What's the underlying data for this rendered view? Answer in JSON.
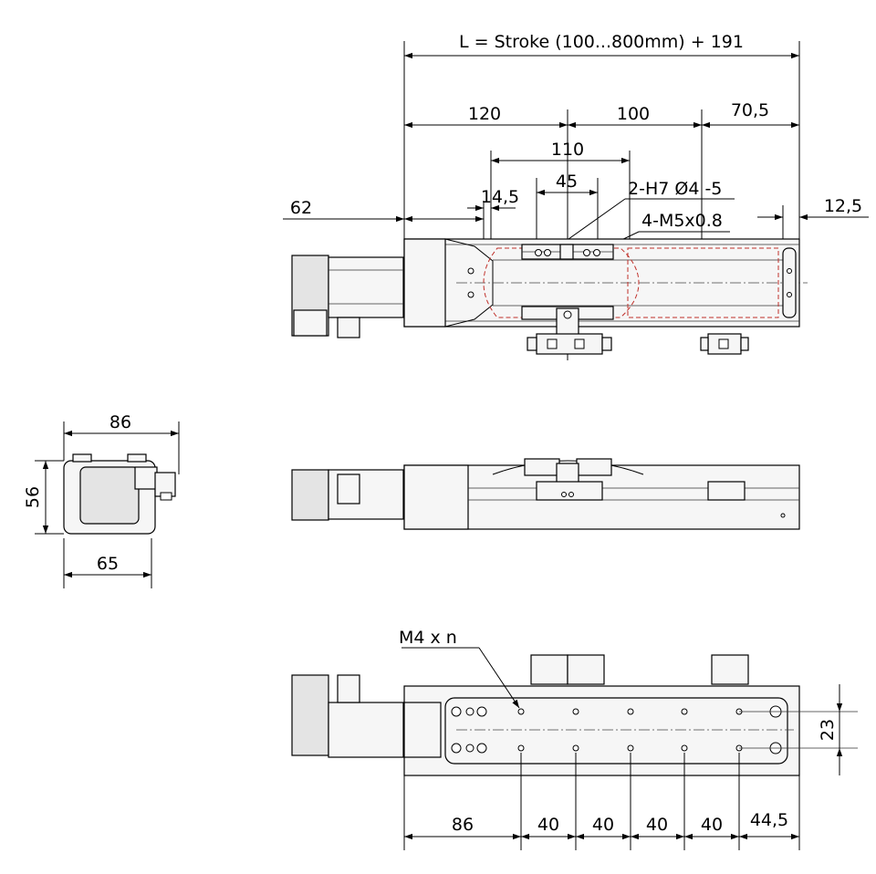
{
  "drawing": {
    "top_view": {
      "overall_length": "L = Stroke (100...800mm) + 191",
      "dim_120": "120",
      "dim_100": "100",
      "dim_70_5": "70,5",
      "dim_110": "110",
      "dim_45": "45",
      "dim_14_5": "14,5",
      "dim_62": "62",
      "dim_12_5": "12,5",
      "callout_dowel": "2-H7 Ø4 -5",
      "callout_thread": "4-M5x0.8"
    },
    "end_view": {
      "width_top": "86",
      "height": "56",
      "width_bottom": "65"
    },
    "bottom_view": {
      "callout_holes": "M4 x n",
      "dim_23": "23",
      "pitch_dims": [
        "86",
        "40",
        "40",
        "40",
        "40",
        "44,5"
      ]
    }
  }
}
